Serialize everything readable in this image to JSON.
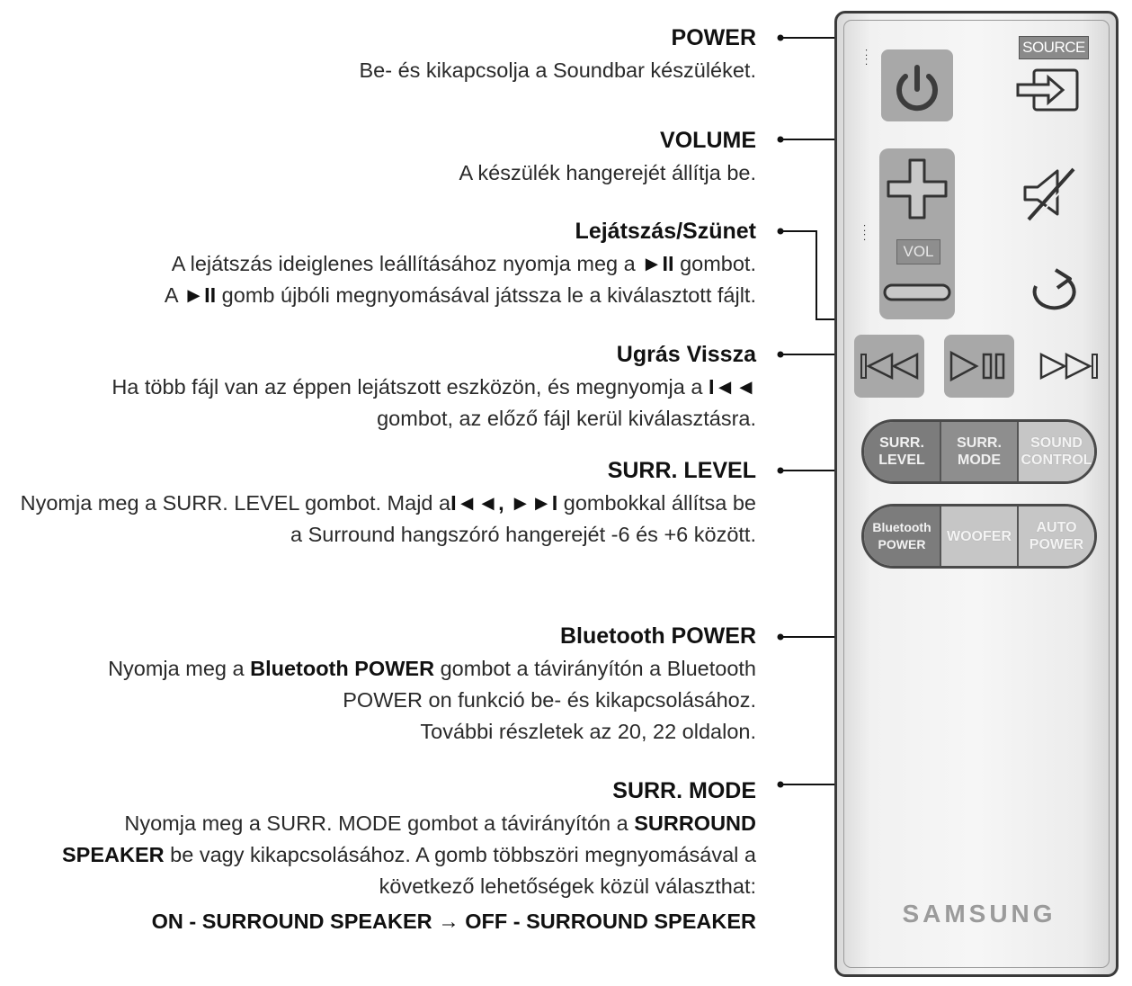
{
  "callouts": {
    "power": {
      "title": "POWER",
      "lines": [
        "Be- és kikapcsolja a Soundbar készüléket."
      ]
    },
    "volume": {
      "title": "VOLUME",
      "lines": [
        "A készülék hangerejét állítja be."
      ]
    },
    "play_pause": {
      "title": "Lejátszás/Szünet",
      "line1_a": "A lejátszás ideiglenes leállításához nyomja meg a ",
      "line1_sym": "►II",
      "line1_b": " gombot.",
      "line2_a": "A ",
      "line2_sym": "►II",
      "line2_b": " gomb újbóli megnyomásával játssza le a kiválasztott fájlt."
    },
    "skip_back": {
      "title": "Ugrás Vissza",
      "line1_a": "Ha több fájl van az éppen lejátszott eszközön, és megnyomja a ",
      "line1_sym": "I◄◄",
      "line2": "gombot, az előző fájl kerül kiválasztásra."
    },
    "surr_level": {
      "title": "SURR. LEVEL",
      "line1_a": "Nyomja meg a SURR. LEVEL gombot. Majd a",
      "line1_sym": "I◄◄, ►►I",
      "line1_b": " gombokkal állítsa be",
      "line2": "a Surround hangszóró hangerejét -6 és +6 között."
    },
    "bt_power": {
      "title": "Bluetooth POWER",
      "line1_a": "Nyomja meg a ",
      "line1_bold": "Bluetooth POWER",
      "line1_b": " gombot a távirányítón a Bluetooth",
      "line2": "POWER on funkció be- és kikapcsolásához.",
      "line3": "További részletek az 20, 22 oldalon."
    },
    "surr_mode": {
      "title": "SURR. MODE",
      "line1_a": "Nyomja meg a SURR. MODE gombot a távirányítón a ",
      "line1_bold": "SURROUND",
      "line2_bold": "SPEAKER",
      "line2_b": " be vagy kikapcsolásához. A gomb többszöri megnyomásával a",
      "line3": "következő lehetőségek közül választhat:",
      "line4": "ON - SURROUND SPEAKER → OFF - SURROUND SPEAKER"
    }
  },
  "remote": {
    "source_label": "SOURCE",
    "vol_label": "VOL",
    "row1": [
      {
        "label": "SURR.\nLEVEL"
      },
      {
        "label": "SURR.\nMODE"
      },
      {
        "label": "SOUND\nCONTROL"
      }
    ],
    "row2": [
      {
        "label": "Bluetooth\nPOWER"
      },
      {
        "label": "WOOFER"
      },
      {
        "label": "AUTO\nPOWER"
      }
    ],
    "brand": "SAMSUNG"
  }
}
